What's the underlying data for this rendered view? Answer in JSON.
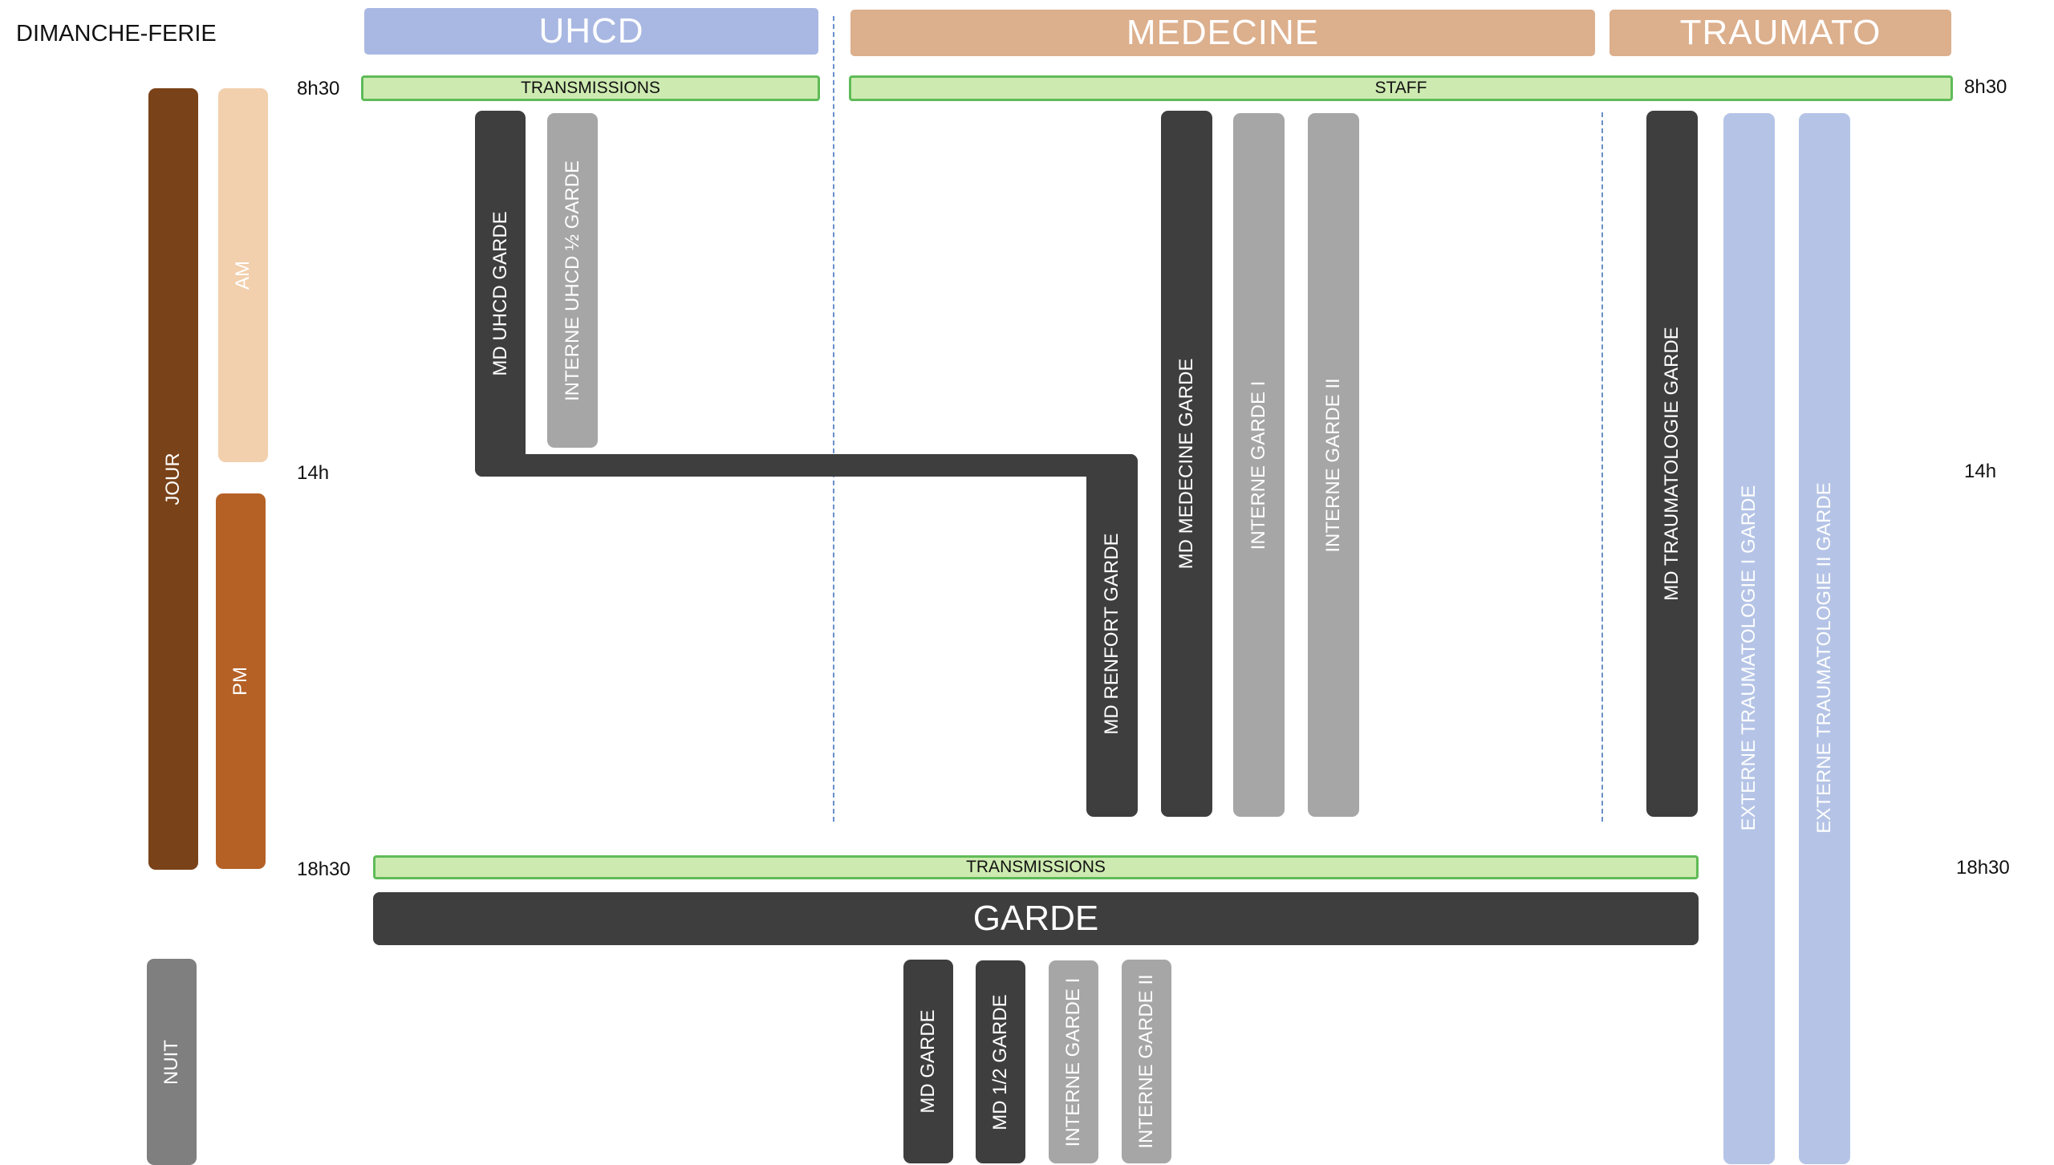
{
  "title": "DIMANCHE-FERIE",
  "sections": {
    "uhcd": "UHCD",
    "medecine": "MEDECINE",
    "traumato": "TRAUMATO"
  },
  "bands": {
    "transmissions_top": "TRANSMISSIONS",
    "staff": "STAFF",
    "transmissions_bottom": "TRANSMISSIONS"
  },
  "garde": "GARDE",
  "times": {
    "t_8h30": "8h30",
    "t_14h": "14h",
    "t_18h30": "18h30"
  },
  "periods": {
    "jour": "JOUR",
    "am": "AM",
    "pm": "PM",
    "nuit": "NUIT"
  },
  "shifts": {
    "md_uhcd_garde": "MD UHCD GARDE",
    "interne_uhcd_half_garde": "INTERNE UHCD ½ GARDE",
    "md_renfort_garde": "MD RENFORT GARDE",
    "md_medecine_garde": "MD MEDECINE GARDE",
    "interne_garde_1": "INTERNE GARDE I",
    "interne_garde_2": "INTERNE GARDE II",
    "md_traumatologie_garde": "MD TRAUMATOLOGIE GARDE",
    "externe_trauma_1": "EXTERNE TRAUMATOLOGIE I GARDE",
    "externe_trauma_2": "EXTERNE TRAUMATOLOGIE II GARDE"
  },
  "night_shifts": {
    "md_garde": "MD GARDE",
    "md_half_garde": "MD 1/2 GARDE",
    "interne_garde_1": "INTERNE GARDE I",
    "interne_garde_2": "INTERNE GARDE II"
  },
  "colors": {
    "uhcd": "#a9b8e2",
    "medecine": "#dcaf8d",
    "traumato": "#dcaf8d",
    "band_fill": "#cdeab0",
    "band_border": "#5fbb58",
    "dark": "#3e3e3e",
    "grey": "#a6a6a6",
    "externe": "#b5c4e6",
    "jour": "#7a4219",
    "am": "#f2cfad",
    "pm": "#b56126",
    "nuit": "#7f7f7f"
  }
}
